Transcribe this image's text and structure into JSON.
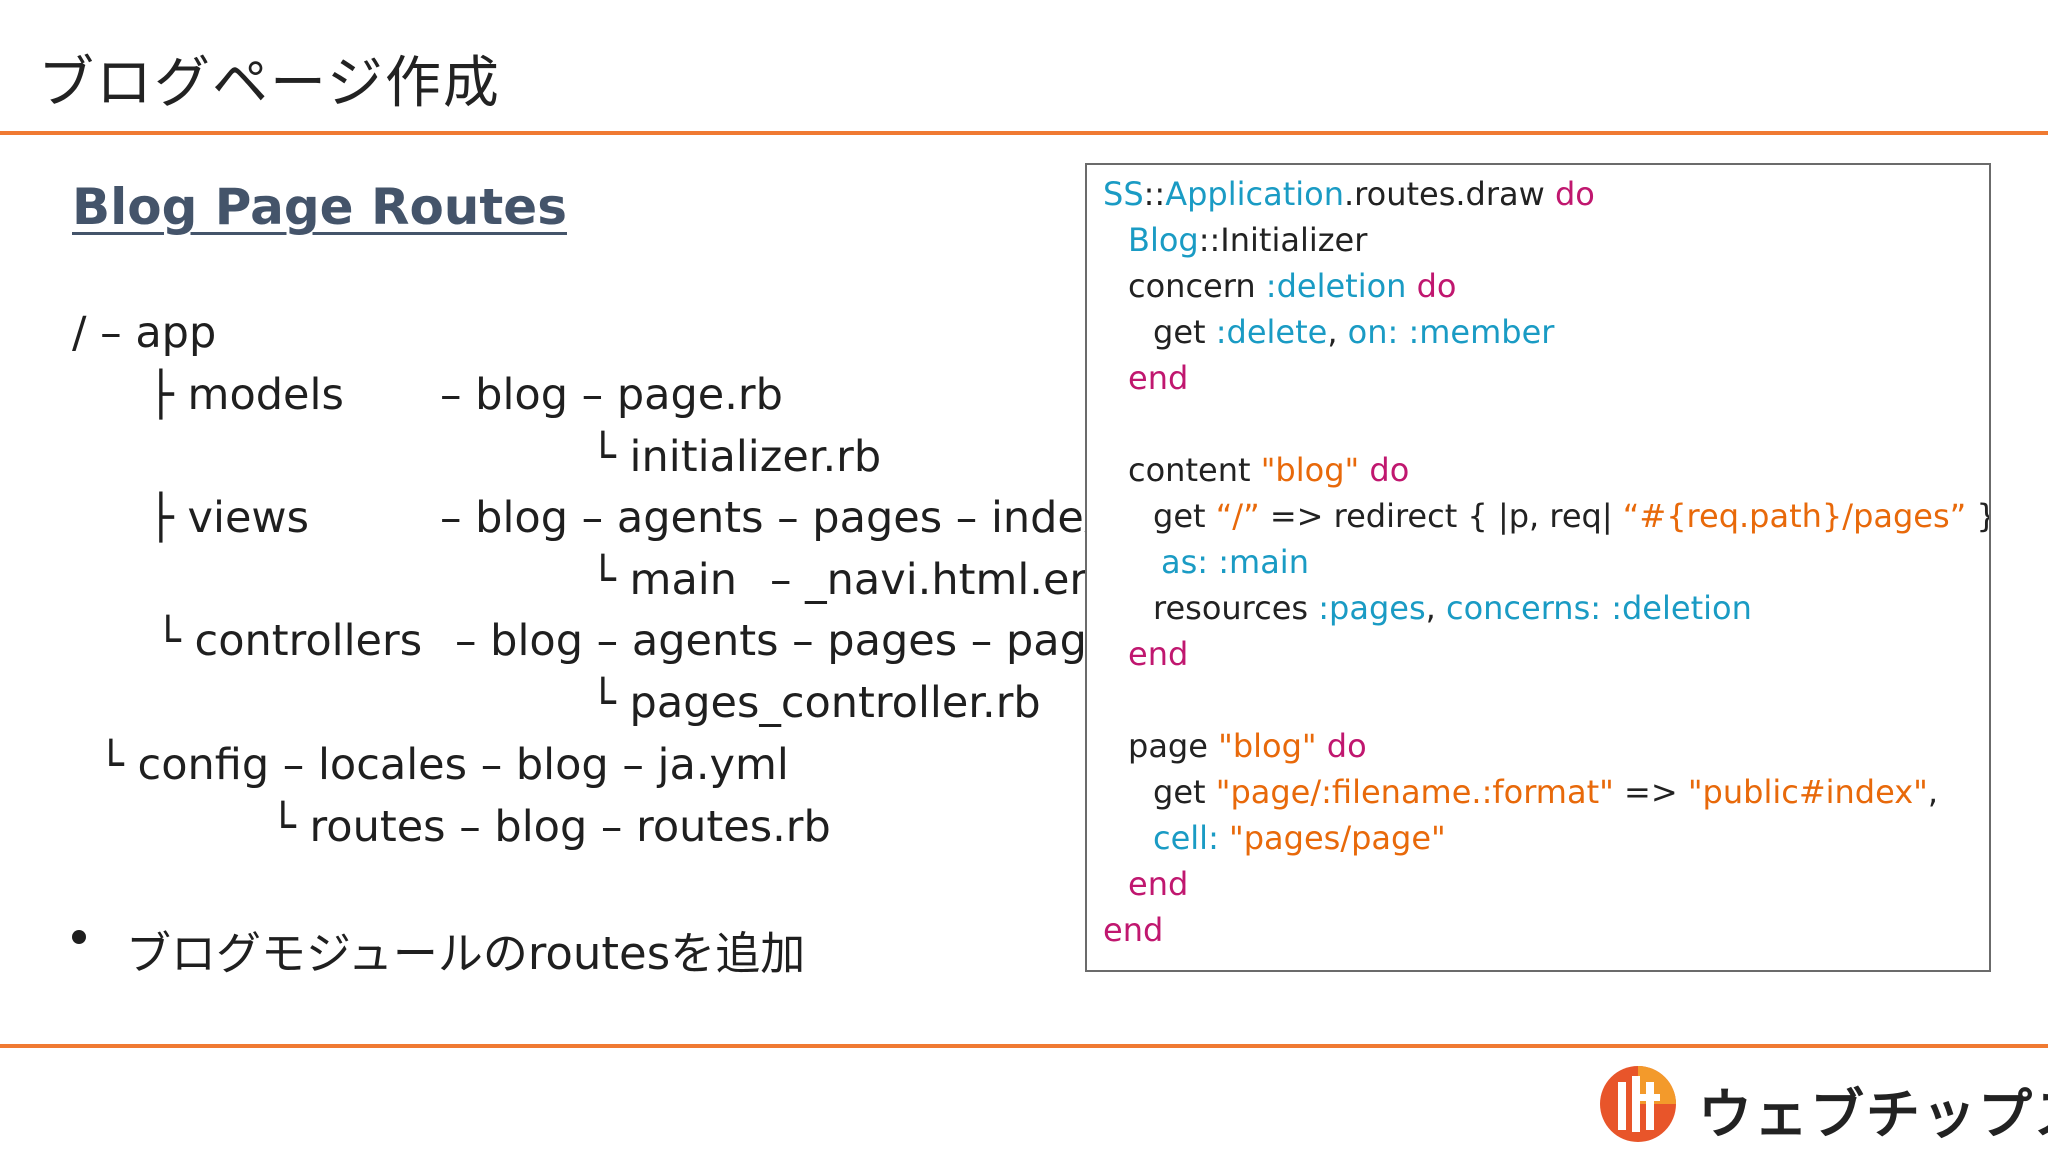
{
  "slide": {
    "title": "ブログページ作成",
    "section_heading": "Blog Page Routes",
    "bullet": "ブログモジュールのroutesを追加",
    "brand_name": "ウェブチップス"
  },
  "tree": {
    "l1": "/ – app",
    "l2a": "├ models",
    "l2b": "– blog – page.rb",
    "l3": "└ initializer.rb",
    "l4a": "├ views",
    "l4b": "– blog – agents – pages – index",
    "l5a": "└ main",
    "l5b": "– _navi.html.er",
    "l6a": "└ controllers",
    "l6b": "– blog – agents – pages – page",
    "l7": "└  pages_controller.rb",
    "l8": "└ config – locales – blog – ja.yml",
    "l9a": "└  routes – blog – ",
    "l9b": "routes.rb"
  },
  "code": {
    "c1": "SS",
    "c1b": "::",
    "c1c": "Application",
    "c1d": ".routes.draw ",
    "c1e": "do",
    "c2": "Blog",
    "c2b": "::Initializer",
    "c3": "concern ",
    "c3b": ":deletion",
    "c3c": " do",
    "c4": "get ",
    "c4b": ":delete",
    "c4c": ", ",
    "c4d": "on:",
    "c4e": " :member",
    "c5": "end",
    "c6": "content ",
    "c6b": "\"blog\"",
    "c6c": " do",
    "c7": "get ",
    "c7b": "“/”",
    "c7c": " => redirect { |p, req| ",
    "c7d": "“#{req.path}/pages”",
    "c7e": " },",
    "c8": "as:",
    "c8b": " :main",
    "c9": "resources ",
    "c9b": ":pages",
    "c9c": ", ",
    "c9d": "concerns:",
    "c9e": " :deletion",
    "c10": "end",
    "c11": "page ",
    "c11b": "\"blog\"",
    "c11c": " do",
    "c12": "get ",
    "c12b": "\"page/:filename.:format\"",
    "c12c": " => ",
    "c12d": "\"public#index\"",
    "c12e": ",",
    "c13": "cell:",
    "c13b": " \"pages/page\"",
    "c14": "end",
    "c15": "end"
  },
  "colors": {
    "accent_rule": "#f07a32",
    "heading": "#44546a",
    "highlight_red": "#e8202a",
    "code_keyword": "#c0176f",
    "code_symbol": "#1a9bc4",
    "code_string": "#e8690a"
  }
}
